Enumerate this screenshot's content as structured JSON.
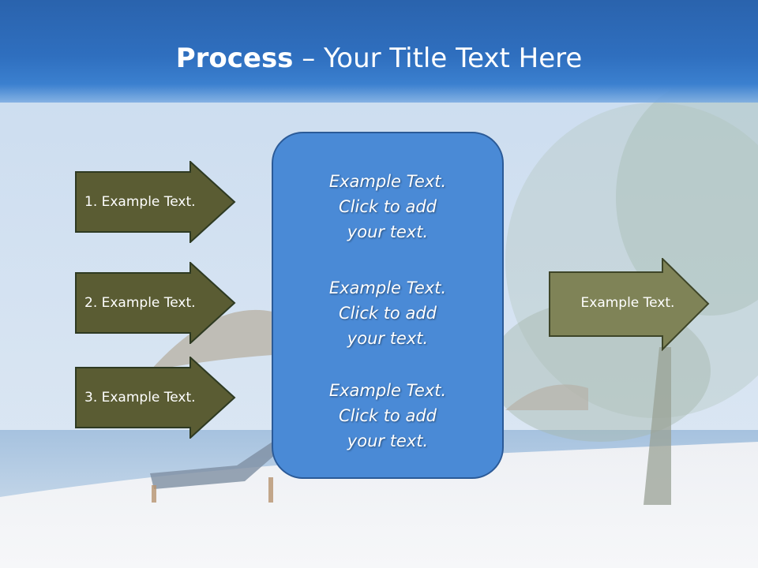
{
  "title": {
    "bold": "Process",
    "rest": " – Your Title Text Here"
  },
  "left_arrows": [
    {
      "label": "1. Example Text."
    },
    {
      "label": "2. Example Text."
    },
    {
      "label": "3. Example Text."
    }
  ],
  "center_box": {
    "blocks": [
      {
        "lines": [
          "Example Text.",
          "Click  to add",
          "your text."
        ]
      },
      {
        "lines": [
          "Example Text.",
          "Click  to add",
          "your text."
        ]
      },
      {
        "lines": [
          "Example Text.",
          "Click  to add",
          "your text."
        ]
      }
    ]
  },
  "right_arrow": {
    "label": "Example Text."
  },
  "colors": {
    "title_bar": "#2f6fbf",
    "left_arrow_fill": "#5a5c33",
    "right_arrow_fill": "#7f8357",
    "center_box_fill": "#4a8ad6"
  }
}
